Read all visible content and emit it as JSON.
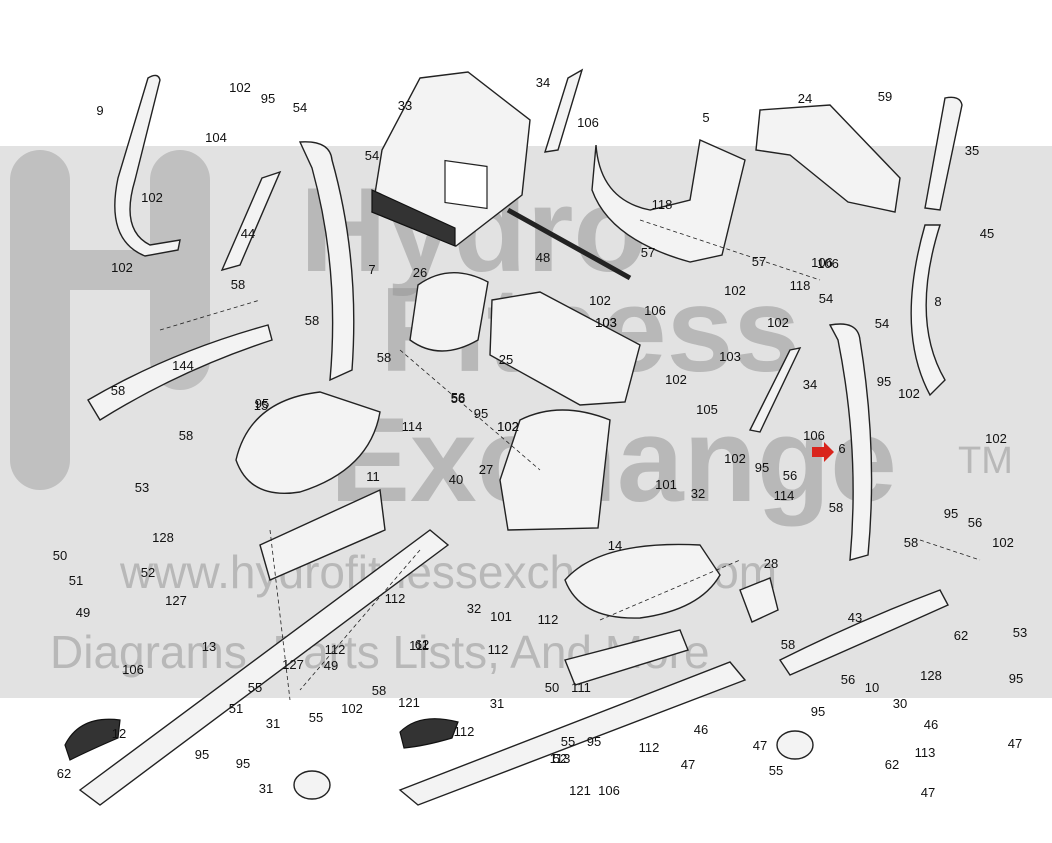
{
  "watermark": {
    "brand_line1": "Hydro",
    "brand_line2": "Fitness",
    "brand_line3": "Exchange",
    "trademark": "TM",
    "url": "www.hydrofitnessexchange.com",
    "tagline": "Diagrams, Parts Lists, And More"
  },
  "highlight_color": "#d9241c",
  "callouts": [
    "102",
    "95",
    "54",
    "9",
    "104",
    "102",
    "54",
    "33",
    "34",
    "106",
    "5",
    "24",
    "59",
    "35",
    "102",
    "44",
    "118",
    "45",
    "102",
    "57",
    "106",
    "48",
    "7",
    "57",
    "106",
    "118",
    "54",
    "26",
    "102",
    "106",
    "102",
    "58",
    "58",
    "103",
    "103",
    "8",
    "102",
    "56",
    "95",
    "144",
    "58",
    "25",
    "54",
    "102",
    "103",
    "58",
    "95",
    "102",
    "58",
    "34",
    "15",
    "56",
    "95",
    "102",
    "114",
    "102",
    "106",
    "6",
    "102",
    "105",
    "95",
    "56",
    "27",
    "114",
    "11",
    "40",
    "101",
    "58",
    "53",
    "32",
    "95",
    "56",
    "102",
    "128",
    "58",
    "14",
    "50",
    "51",
    "52",
    "28",
    "127",
    "49",
    "112",
    "32",
    "101",
    "43",
    "106",
    "112",
    "53",
    "13",
    "112",
    "111",
    "58",
    "62",
    "112",
    "50",
    "128",
    "95",
    "55",
    "58",
    "95",
    "56",
    "10",
    "111",
    "62",
    "55",
    "102",
    "30",
    "121",
    "51",
    "12",
    "31",
    "112",
    "52",
    "55",
    "31",
    "46",
    "95",
    "49",
    "127",
    "113",
    "47",
    "95",
    "47",
    "95",
    "31",
    "112",
    "62",
    "46",
    "113",
    "47",
    "55",
    "62",
    "121",
    "106",
    "47"
  ]
}
